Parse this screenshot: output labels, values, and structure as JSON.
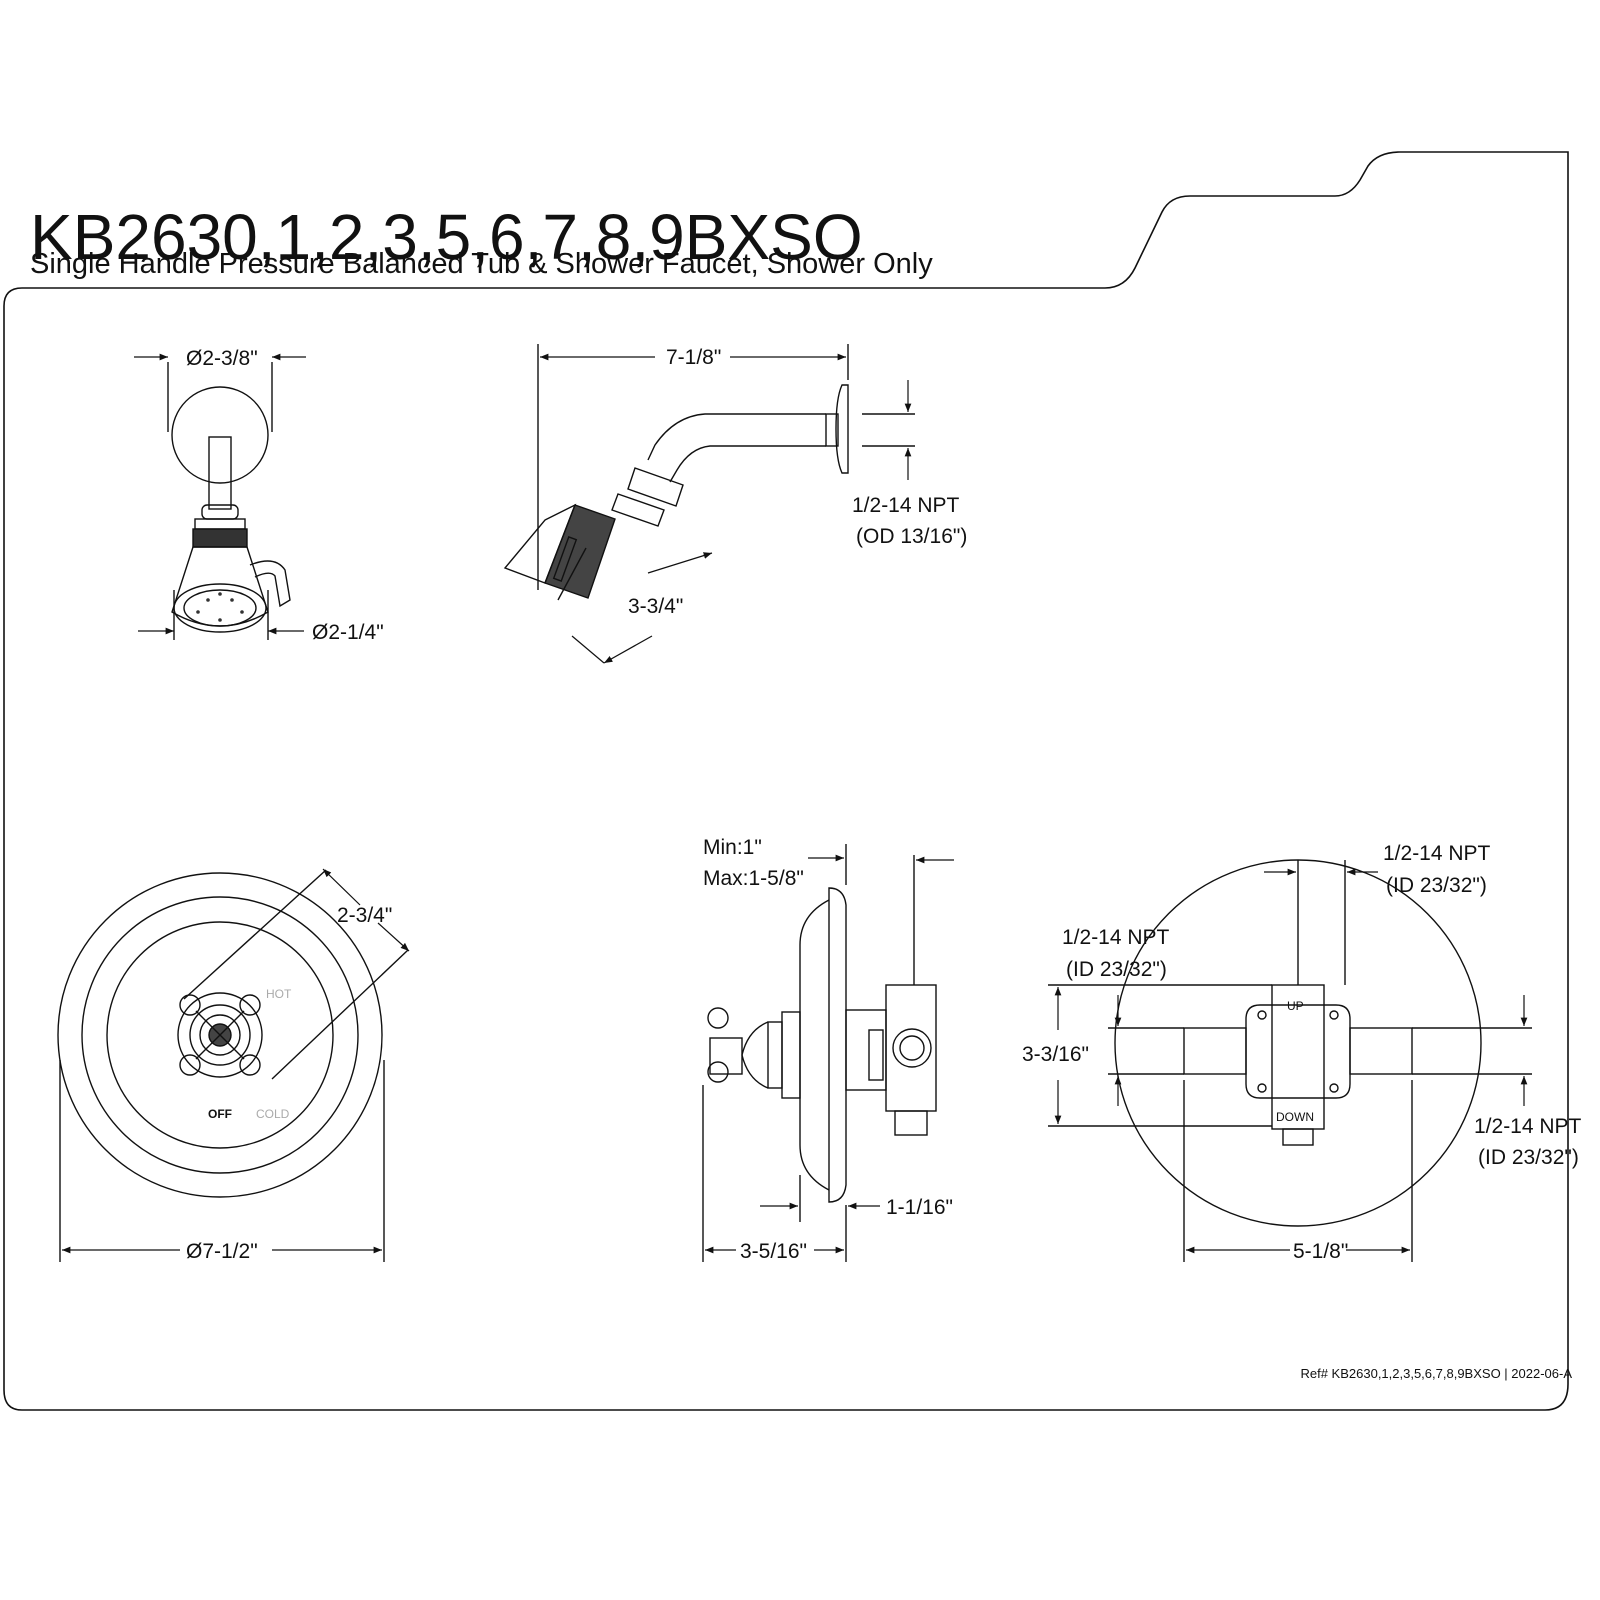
{
  "header": {
    "model": "KB2630,1,2,3,5,6,7,8,9BXSO",
    "description": "Single Handle Pressure Balanced Tub & Shower Faucet, Shower Only"
  },
  "showerhead_front": {
    "dim_flange": "Ø2-3/8\"",
    "dim_head": "Ø2-1/4\""
  },
  "showerhead_side": {
    "dim_reach": "7-1/8\"",
    "dim_head_length": "3-3/4\"",
    "thread_line1": "1/2-14 NPT",
    "thread_line2": "(OD 13/16\")"
  },
  "trim_front": {
    "dim_handle": "2-3/4\"",
    "dim_plate": "Ø7-1/2\"",
    "label_hot": "HOT",
    "label_off": "OFF",
    "label_cold": "COLD"
  },
  "valve_side": {
    "dim_min": "Min:1\"",
    "dim_max": "Max:1-5/8\"",
    "dim_depth": "1-1/16\"",
    "dim_total": "3-5/16\""
  },
  "valve_rear": {
    "top_line1": "1/2-14 NPT",
    "top_line2": "(ID 23/32\")",
    "left_line1": "1/2-14 NPT",
    "left_line2": "(ID 23/32\")",
    "right_line1": "1/2-14 NPT",
    "right_line2": "(ID 23/32\")",
    "dim_height": "3-3/16\"",
    "dim_width": "5-1/8\"",
    "label_up": "UP",
    "label_down": "DOWN"
  },
  "footer": {
    "reference": "Ref# KB2630,1,2,3,5,6,7,8,9BXSO | 2022-06-A"
  }
}
